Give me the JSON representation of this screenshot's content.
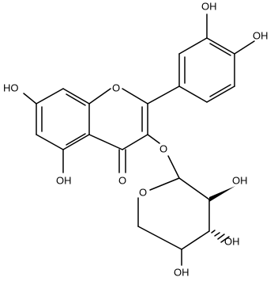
{
  "labels": {
    "oh_meta": "OH",
    "oh_para": "OH",
    "oh_7": "HO",
    "oh_5": "OH",
    "o_ring": "O",
    "o_glyco": "O",
    "o_carbonyl": "O",
    "o_sugar_ring": "O",
    "oh_sugar_2": "OH",
    "oh_sugar_3": "OH",
    "oh_sugar_4": "OH"
  },
  "colors": {
    "ink": "#000000",
    "background": "#ffffff"
  }
}
